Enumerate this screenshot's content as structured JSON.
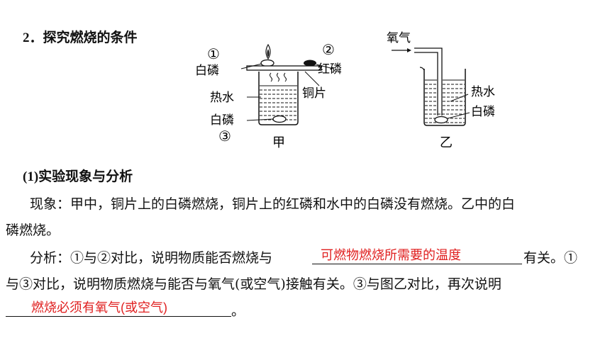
{
  "heading": "2．探究燃烧的条件",
  "figure_a": {
    "label_1": "①",
    "label_2": "②",
    "label_3": "③",
    "white_p_top": "白磷",
    "red_p": "红磷",
    "hot_water": "热水",
    "copper": "铜片",
    "white_p_bottom": "白磷",
    "caption": "甲"
  },
  "figure_b": {
    "oxygen": "氧气",
    "hot_water": "热水",
    "white_p": "白磷",
    "caption": "乙"
  },
  "section_title": "(1)实验现象与分析",
  "phenomenon_line1": "现象：甲中，铜片上的白磷燃烧，铜片上的红磷和水中的白磷没有燃烧。乙中的白",
  "phenomenon_line2": "磷燃烧。",
  "analysis_prefix": "分析：①与②对比，说明物质能否燃烧与",
  "answer_1": "可燃物燃烧所需要的温度",
  "analysis_suffix": "有关。①",
  "analysis_line2": "与③对比，说明物质燃烧与能否与氧气(或空气)接触有关。③与图乙对比，再次说明",
  "answer_2": "燃烧必须有氧气(或空气)",
  "end_mark": "。"
}
